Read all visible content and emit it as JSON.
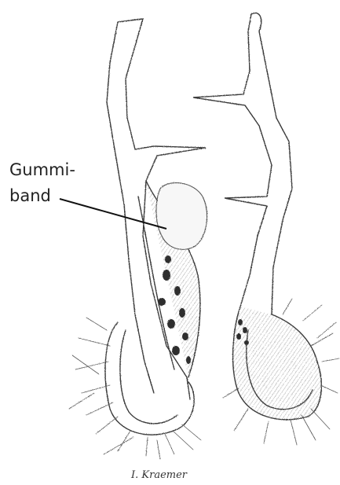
{
  "annotation": {
    "label_line1": "Gummi-",
    "label_line2": "band"
  },
  "signature": "I. Kraemer",
  "colors": {
    "ink": "#3a3a3a",
    "shade": "#7a7a7a",
    "background": "#ffffff"
  }
}
